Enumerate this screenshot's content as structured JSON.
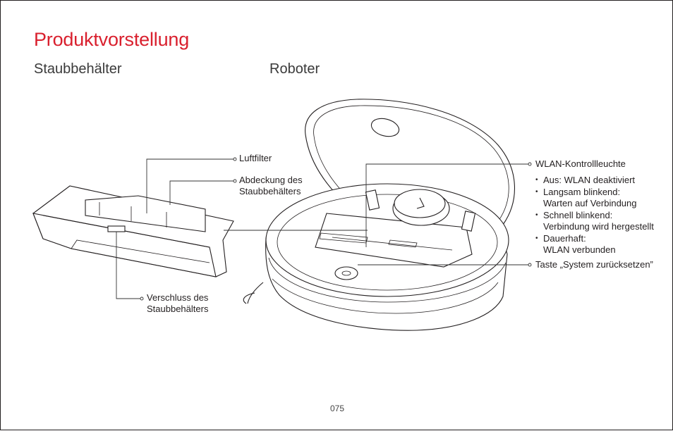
{
  "page": {
    "title": "Produktvorstellung",
    "page_number": "075"
  },
  "sections": {
    "dustbin_heading": "Staubbehälter",
    "robot_heading": "Roboter"
  },
  "dustbin_labels": {
    "filter": "Luftfilter",
    "cover_line1": "Abdeckung des",
    "cover_line2": "Staubbehälters",
    "latch_line1": "Verschluss des",
    "latch_line2": "Staubbehälters"
  },
  "robot_labels": {
    "wifi_indicator": "WLAN-Kontrollleuchte",
    "wifi_states": [
      "Aus: WLAN deaktiviert",
      "Langsam blinkend:",
      "Warten auf Verbindung",
      "Schnell blinkend:",
      "Verbindung wird hergestellt",
      "Dauerhaft:",
      "WLAN verbunden"
    ],
    "reset_button": "Taste „System zurücksetzen”"
  },
  "colors": {
    "accent": "#d9202e",
    "line": "#231f20"
  }
}
